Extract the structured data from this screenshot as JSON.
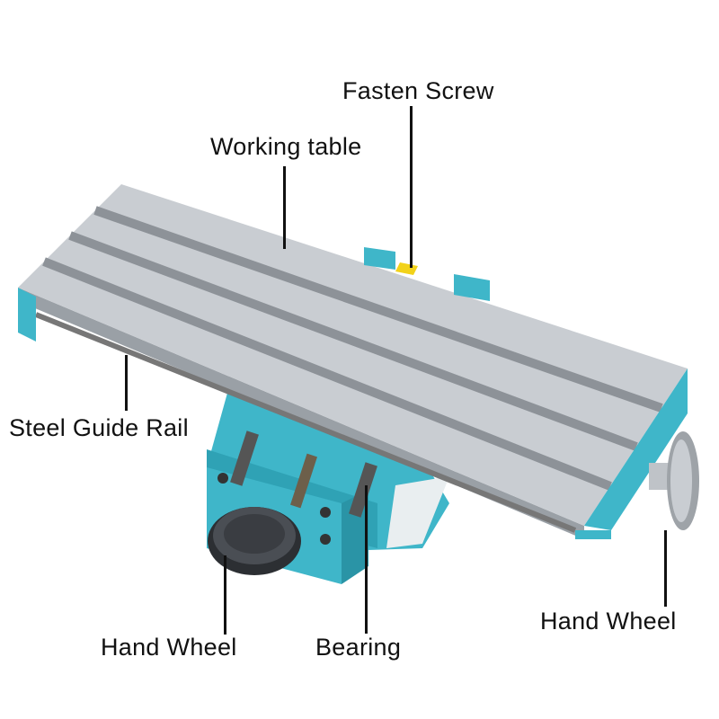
{
  "labels": {
    "fasten_screw": "Fasten Screw",
    "working_table": "Working table",
    "steel_guide_rail": "Steel Guide Rail",
    "hand_wheel_left": "Hand Wheel",
    "bearing": "Bearing",
    "hand_wheel_right": "Hand Wheel"
  },
  "colors": {
    "body": "#3fb6c9",
    "aluminum": "#c9cdd2",
    "groove": "#8d9298",
    "screw": "#f2d21a",
    "wheel": "#3a3d42"
  }
}
